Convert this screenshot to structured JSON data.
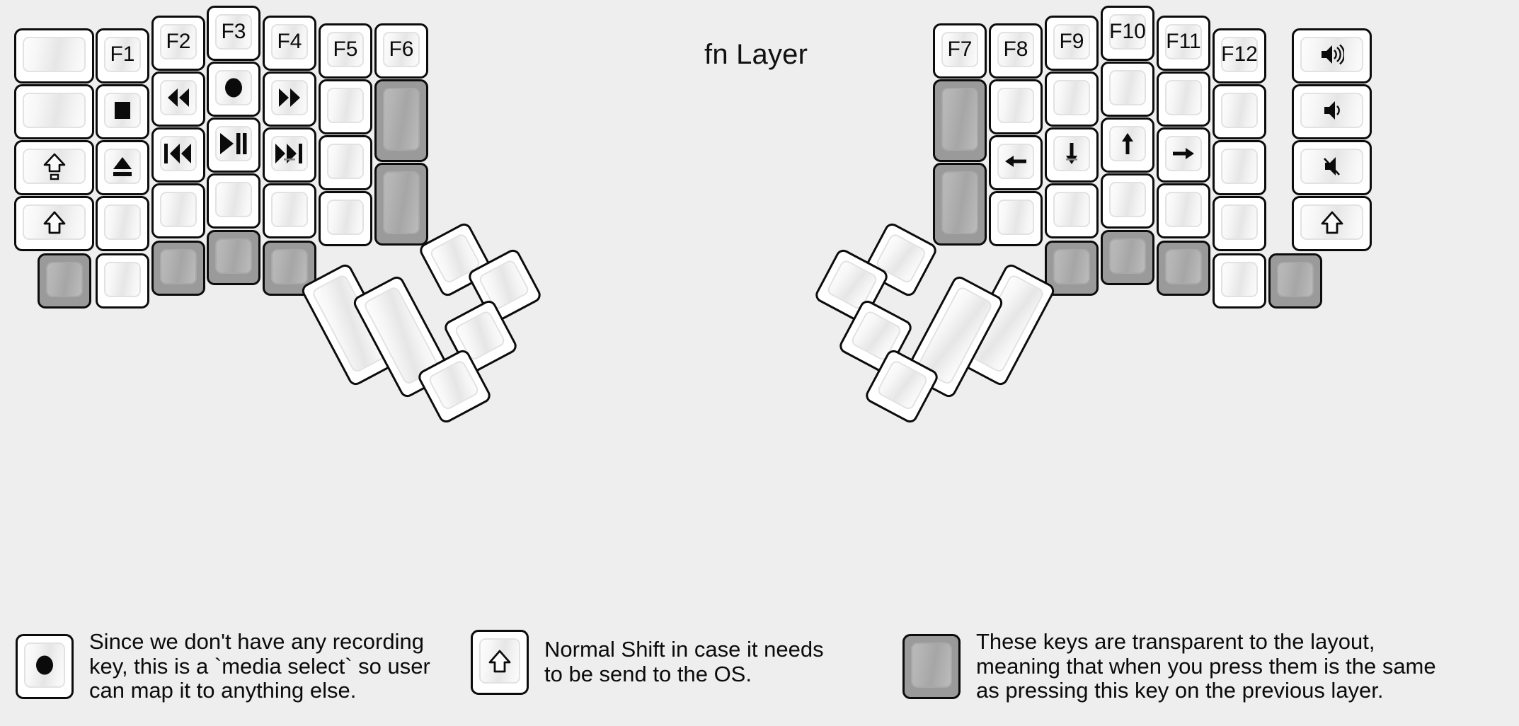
{
  "title": "fn Layer",
  "colors": {
    "background": "#eeeeee",
    "key_border": "#0c0c0c",
    "key_face": "#f4f4f4",
    "transparent_key": "#9a9a9a",
    "text": "#0b0b0b"
  },
  "legend": [
    {
      "key_icon": "record-dot-icon",
      "key_state": "normal",
      "text": "Since we don't have any recording\nkey, this is a `media select` so user\ncan map it to anything else."
    },
    {
      "key_icon": "shift-arrow-icon",
      "key_state": "normal",
      "text": "Normal Shift in case it needs\nto be send to the OS."
    },
    {
      "key_icon": "blank-icon",
      "key_state": "transparent",
      "text": "These keys are transparent to the layout,\nmeaning that when you press them is the same\nas pressing this key on the previous layer."
    }
  ],
  "left_half": {
    "columns": [
      {
        "name": "col-pinky-outer",
        "keys": [
          {
            "label": "",
            "icon": "blank-icon",
            "state": "normal"
          },
          {
            "label": "",
            "icon": "blank-icon",
            "state": "normal"
          },
          {
            "label": "",
            "icon": "capslock-arrow-icon",
            "state": "normal"
          },
          {
            "label": "",
            "icon": "shift-arrow-icon",
            "state": "normal"
          }
        ]
      },
      {
        "name": "col-pinky",
        "keys": [
          {
            "label": "F1",
            "icon": "",
            "state": "normal"
          },
          {
            "label": "",
            "icon": "media-stop-icon",
            "state": "normal"
          },
          {
            "label": "",
            "icon": "eject-icon",
            "state": "normal"
          },
          {
            "label": "",
            "icon": "blank-icon",
            "state": "normal"
          }
        ]
      },
      {
        "name": "col-ring",
        "keys": [
          {
            "label": "F2",
            "icon": "",
            "state": "normal"
          },
          {
            "label": "",
            "icon": "rewind-icon",
            "state": "normal"
          },
          {
            "label": "",
            "icon": "prev-track-icon",
            "state": "normal"
          },
          {
            "label": "",
            "icon": "blank-icon",
            "state": "normal"
          }
        ]
      },
      {
        "name": "col-middle",
        "keys": [
          {
            "label": "F3",
            "icon": "",
            "state": "normal"
          },
          {
            "label": "",
            "icon": "record-dot-icon",
            "state": "normal"
          },
          {
            "label": "",
            "icon": "play-pause-icon",
            "state": "normal"
          },
          {
            "label": "",
            "icon": "blank-icon",
            "state": "normal"
          }
        ]
      },
      {
        "name": "col-index",
        "keys": [
          {
            "label": "F4",
            "icon": "",
            "state": "normal"
          },
          {
            "label": "",
            "icon": "fast-forward-icon",
            "state": "normal"
          },
          {
            "label": "",
            "icon": "next-track-icon",
            "state": "normal"
          },
          {
            "label": "",
            "icon": "blank-icon",
            "state": "normal"
          }
        ]
      },
      {
        "name": "col-index-inner",
        "keys": [
          {
            "label": "F5",
            "icon": "",
            "state": "normal"
          },
          {
            "label": "",
            "icon": "blank-icon",
            "state": "normal"
          },
          {
            "label": "",
            "icon": "blank-icon",
            "state": "normal"
          },
          {
            "label": "",
            "icon": "blank-icon",
            "state": "normal"
          }
        ]
      },
      {
        "name": "col-inner",
        "keys": [
          {
            "label": "F6",
            "icon": "",
            "state": "normal"
          },
          {
            "label": "",
            "icon": "blank-icon",
            "state": "transparent"
          },
          {
            "label": "",
            "icon": "blank-icon",
            "state": "transparent"
          }
        ]
      }
    ],
    "bottom_row": [
      {
        "label": "",
        "icon": "blank-icon",
        "state": "transparent"
      },
      {
        "label": "",
        "icon": "blank-icon",
        "state": "normal"
      },
      {
        "label": "",
        "icon": "blank-icon",
        "state": "transparent"
      },
      {
        "label": "",
        "icon": "blank-icon",
        "state": "transparent"
      },
      {
        "label": "",
        "icon": "blank-icon",
        "state": "transparent"
      }
    ],
    "thumb_cluster": [
      {
        "name": "thumb-big-outer",
        "icon": "blank-icon",
        "state": "normal"
      },
      {
        "name": "thumb-big-inner",
        "icon": "blank-icon",
        "state": "normal"
      },
      {
        "name": "thumb-small-top-left",
        "icon": "blank-icon",
        "state": "normal"
      },
      {
        "name": "thumb-small-top-right",
        "icon": "blank-icon",
        "state": "normal"
      },
      {
        "name": "thumb-small-mid",
        "icon": "blank-icon",
        "state": "normal"
      },
      {
        "name": "thumb-small-bottom",
        "icon": "blank-icon",
        "state": "normal"
      }
    ]
  },
  "right_half": {
    "columns": [
      {
        "name": "col-inner",
        "keys": [
          {
            "label": "F7",
            "icon": "",
            "state": "normal"
          },
          {
            "label": "",
            "icon": "blank-icon",
            "state": "transparent"
          },
          {
            "label": "",
            "icon": "blank-icon",
            "state": "transparent"
          }
        ]
      },
      {
        "name": "col-index-inner",
        "keys": [
          {
            "label": "F8",
            "icon": "",
            "state": "normal"
          },
          {
            "label": "",
            "icon": "blank-icon",
            "state": "normal"
          },
          {
            "label": "",
            "icon": "arrow-left-icon",
            "state": "normal"
          },
          {
            "label": "",
            "icon": "blank-icon",
            "state": "normal"
          }
        ]
      },
      {
        "name": "col-index",
        "keys": [
          {
            "label": "F9",
            "icon": "",
            "state": "normal"
          },
          {
            "label": "",
            "icon": "blank-icon",
            "state": "normal"
          },
          {
            "label": "",
            "icon": "arrow-down-icon",
            "state": "normal"
          },
          {
            "label": "",
            "icon": "blank-icon",
            "state": "normal"
          }
        ]
      },
      {
        "name": "col-middle",
        "keys": [
          {
            "label": "F10",
            "icon": "",
            "state": "normal"
          },
          {
            "label": "",
            "icon": "blank-icon",
            "state": "normal"
          },
          {
            "label": "",
            "icon": "arrow-up-icon",
            "state": "normal"
          },
          {
            "label": "",
            "icon": "blank-icon",
            "state": "normal"
          }
        ]
      },
      {
        "name": "col-ring",
        "keys": [
          {
            "label": "F11",
            "icon": "",
            "state": "normal"
          },
          {
            "label": "",
            "icon": "blank-icon",
            "state": "normal"
          },
          {
            "label": "",
            "icon": "arrow-right-icon",
            "state": "normal"
          },
          {
            "label": "",
            "icon": "blank-icon",
            "state": "normal"
          }
        ]
      },
      {
        "name": "col-pinky",
        "keys": [
          {
            "label": "F12",
            "icon": "",
            "state": "normal"
          },
          {
            "label": "",
            "icon": "blank-icon",
            "state": "normal"
          },
          {
            "label": "",
            "icon": "blank-icon",
            "state": "normal"
          },
          {
            "label": "",
            "icon": "blank-icon",
            "state": "normal"
          }
        ]
      },
      {
        "name": "col-pinky-outer",
        "keys": [
          {
            "label": "",
            "icon": "volume-up-icon",
            "state": "normal"
          },
          {
            "label": "",
            "icon": "volume-down-icon",
            "state": "normal"
          },
          {
            "label": "",
            "icon": "volume-mute-icon",
            "state": "normal"
          },
          {
            "label": "",
            "icon": "shift-arrow-icon",
            "state": "normal"
          }
        ]
      }
    ],
    "bottom_row": [
      {
        "label": "",
        "icon": "blank-icon",
        "state": "transparent"
      },
      {
        "label": "",
        "icon": "blank-icon",
        "state": "transparent"
      },
      {
        "label": "",
        "icon": "blank-icon",
        "state": "transparent"
      },
      {
        "label": "",
        "icon": "blank-icon",
        "state": "normal"
      },
      {
        "label": "",
        "icon": "blank-icon",
        "state": "transparent"
      }
    ],
    "thumb_cluster": [
      {
        "name": "thumb-big-outer",
        "icon": "blank-icon",
        "state": "normal"
      },
      {
        "name": "thumb-big-inner",
        "icon": "blank-icon",
        "state": "normal"
      },
      {
        "name": "thumb-small-top-left",
        "icon": "blank-icon",
        "state": "normal"
      },
      {
        "name": "thumb-small-top-right",
        "icon": "blank-icon",
        "state": "normal"
      },
      {
        "name": "thumb-small-mid",
        "icon": "blank-icon",
        "state": "normal"
      },
      {
        "name": "thumb-small-bottom",
        "icon": "blank-icon",
        "state": "normal"
      }
    ]
  }
}
